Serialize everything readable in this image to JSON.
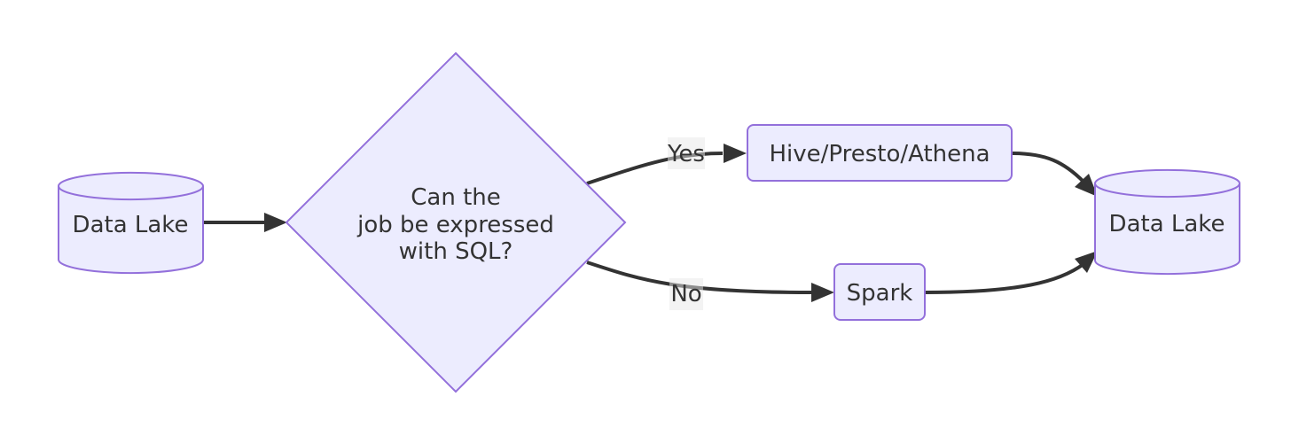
{
  "diagram": {
    "nodes": {
      "source": {
        "label": "Data Lake"
      },
      "decision": {
        "lines": [
          "Can the",
          "job be expressed",
          "with SQL?"
        ]
      },
      "sql_engines": {
        "label": "Hive/Presto/Athena"
      },
      "spark": {
        "label": "Spark"
      },
      "target": {
        "label": "Data Lake"
      }
    },
    "edges": {
      "yes_label": "Yes",
      "no_label": "No"
    },
    "colors": {
      "node_fill": "#ececfe",
      "node_stroke": "#9370db",
      "edge_stroke": "#333333",
      "text": "#333333"
    }
  }
}
